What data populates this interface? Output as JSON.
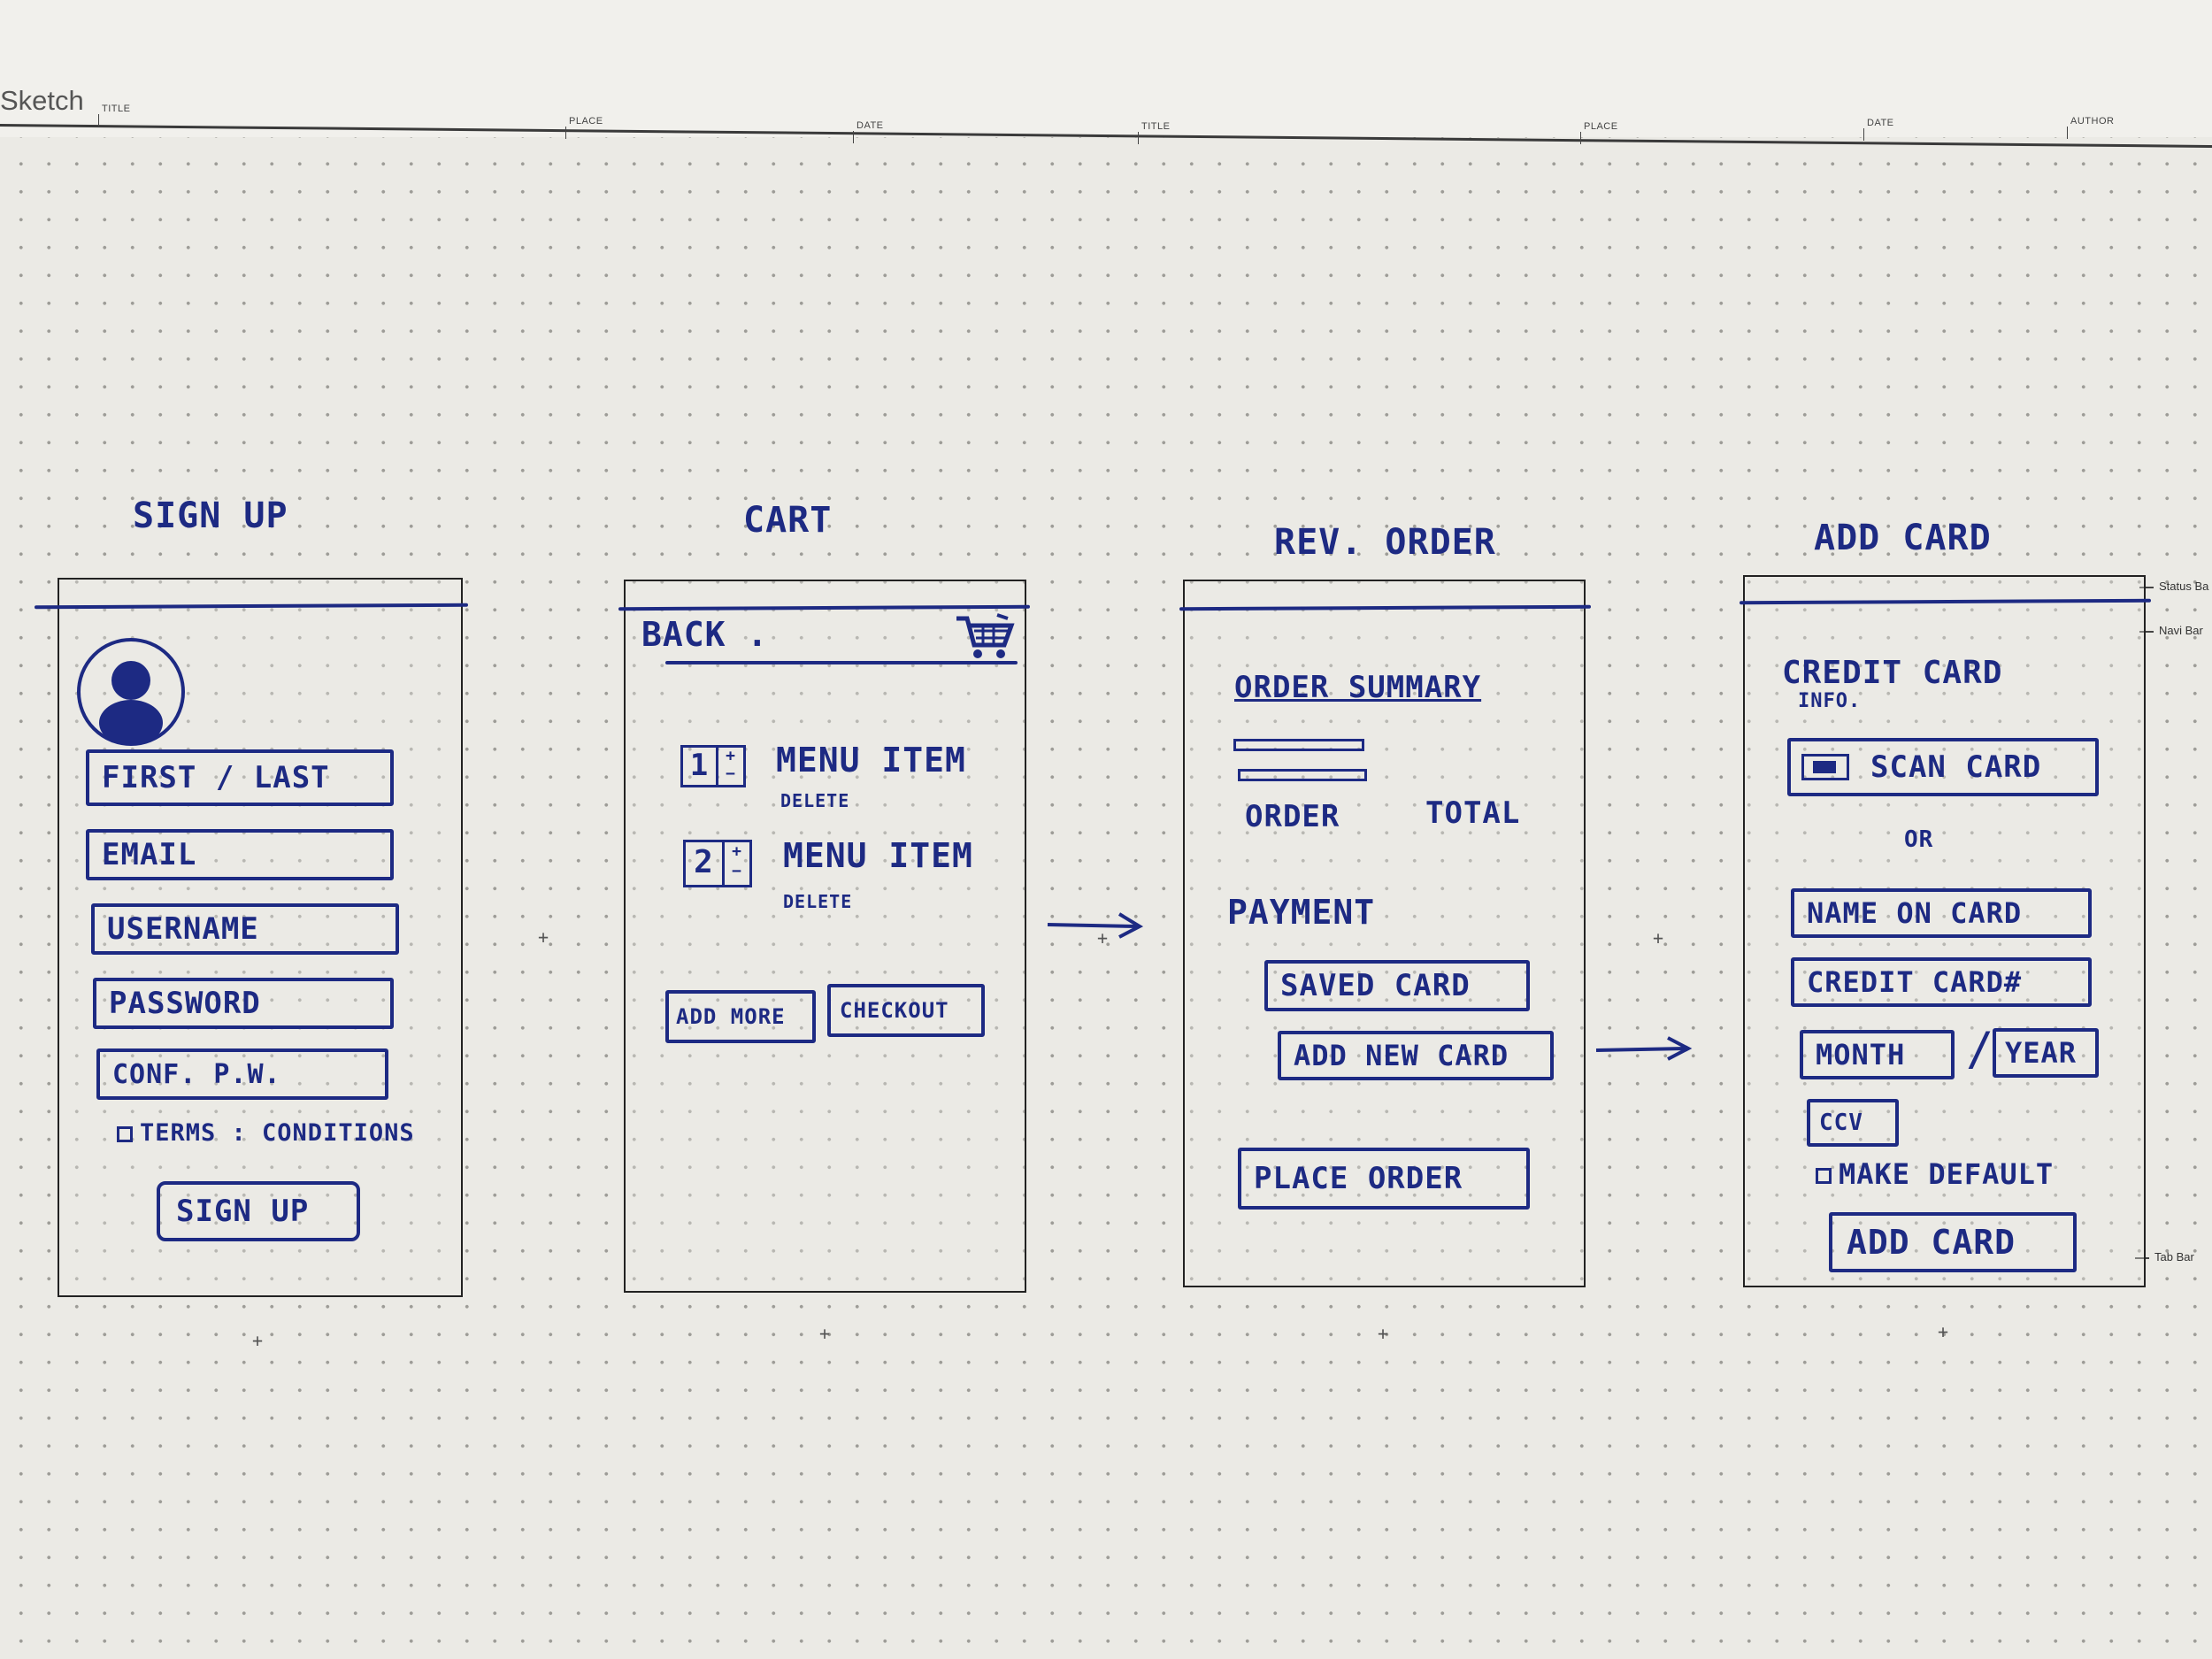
{
  "sheet": {
    "brand": "Sketch",
    "header_labels": [
      "TITLE",
      "PLACE",
      "DATE",
      "TITLE",
      "PLACE",
      "DATE",
      "AUTHOR"
    ],
    "side_labels": [
      "Status Ba",
      "Navi Bar",
      "Tab Bar"
    ]
  },
  "screens": {
    "sign_up": {
      "title": "SIGN UP",
      "avatar_icon": "user-avatar-icon",
      "fields": [
        "FIRST / LAST",
        "EMAIL",
        "USERNAME",
        "PASSWORD",
        "CONF. P.W."
      ],
      "terms_label": "TERMS : CONDITIONS",
      "submit_label": "SIGN UP"
    },
    "cart": {
      "title": "CART",
      "back_label": "BACK .",
      "cart_icon": "shopping-cart-icon",
      "items": [
        {
          "qty": "1",
          "name": "MENU ITEM",
          "delete_label": "DELETE"
        },
        {
          "qty": "2",
          "name": "MENU ITEM",
          "delete_label": "DELETE"
        }
      ],
      "add_more_label": "ADD MORE",
      "checkout_label": "CHECKOUT"
    },
    "review_order": {
      "title": "REV. ORDER",
      "summary_heading": "ORDER SUMMARY",
      "order_label": "ORDER",
      "total_label": "TOTAL",
      "payment_heading": "PAYMENT",
      "saved_card_label": "SAVED CARD",
      "add_new_card_label": "ADD NEW CARD",
      "place_order_label": "PLACE ORDER"
    },
    "add_card": {
      "title": "ADD CARD",
      "heading_line1": "CREDIT CARD",
      "heading_line2": "INFO.",
      "scan_card_label": "SCAN CARD",
      "card_icon": "card-icon",
      "or_label": "OR",
      "name_on_card_label": "NAME ON CARD",
      "card_number_label": "CREDIT CARD#",
      "month_label": "MONTH",
      "year_label": "YEAR",
      "cvv_label": "CCV",
      "make_default_label": "MAKE DEFAULT",
      "add_card_label": "ADD CARD"
    }
  },
  "colors": {
    "ink": "#1d2a83",
    "paper": "#ebeae5",
    "frame": "#222222"
  }
}
